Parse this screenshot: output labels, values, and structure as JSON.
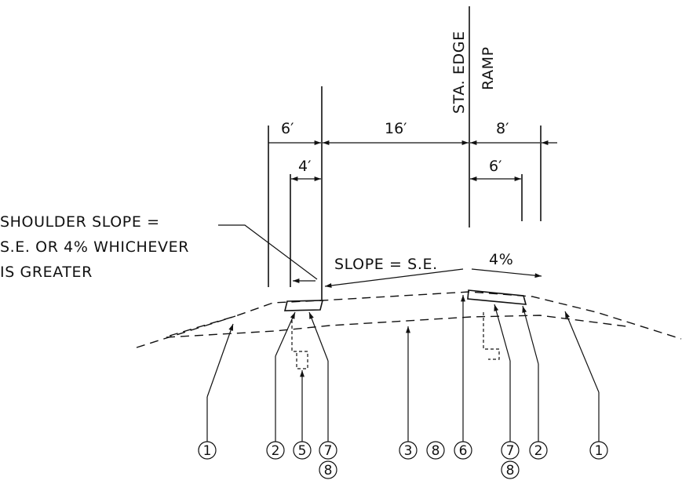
{
  "station_label": {
    "line1": "STA. EDGE",
    "line2": "RAMP"
  },
  "dimensions": {
    "left_outer": "6′",
    "left_inner": "4′",
    "center": "16′",
    "right_outer": "8′",
    "right_inner": "6′"
  },
  "notes": {
    "shoulder_slope": [
      "SHOULDER SLOPE =",
      "S.E. OR 4% WHICHEVER",
      "IS GREATER"
    ],
    "slope": "SLOPE = S.E.",
    "slope_pct": "4%"
  },
  "callouts": [
    {
      "id": "c1",
      "label": "1"
    },
    {
      "id": "c2",
      "label": "2"
    },
    {
      "id": "c3",
      "label": "5"
    },
    {
      "id": "c4",
      "label": "7"
    },
    {
      "id": "c5",
      "label": "8"
    },
    {
      "id": "c6",
      "label": "3"
    },
    {
      "id": "c7",
      "label": "8"
    },
    {
      "id": "c8",
      "label": "6"
    },
    {
      "id": "c9",
      "label": "7"
    },
    {
      "id": "c10",
      "label": "8"
    },
    {
      "id": "c11",
      "label": "2"
    },
    {
      "id": "c12",
      "label": "1"
    }
  ]
}
